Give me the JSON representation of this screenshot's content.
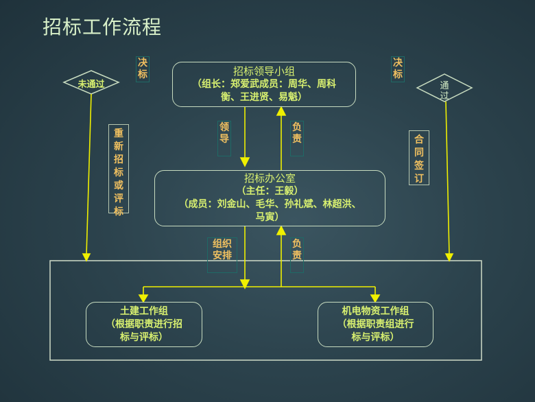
{
  "title": "招标工作流程",
  "leader_group": {
    "name": "招标领导小组",
    "members_line1": "（组长：郑爱武成员：周华、周科",
    "members_line2": "衡、王进贤、易魁）"
  },
  "office": {
    "name": "招标办公室",
    "director": "（主任：王毅）",
    "members_line1": "（成员：刘金山、毛华、孙礼斌、林超洪、",
    "members_line2": "马寅）"
  },
  "civil_group": {
    "name": "土建工作组",
    "desc_line1": "（根据职责进行招",
    "desc_line2": "标与评标）"
  },
  "mech_group": {
    "name": "机电物资工作组",
    "desc_line1": "（根据职责组进行",
    "desc_line2": "标与评标）"
  },
  "labels": {
    "decide_left": "决标",
    "decide_right": "决标",
    "lead": "领导",
    "responsible_top": "负责",
    "organize": "组织安排",
    "responsible_bottom": "负责",
    "retender": "重新招标或评标",
    "contract": "合同签订"
  },
  "decisions": {
    "failed": "未通过",
    "passed": "通过"
  },
  "colors": {
    "text": "#d8f070",
    "label": "#f0c060",
    "arrow": "#f0f000"
  }
}
